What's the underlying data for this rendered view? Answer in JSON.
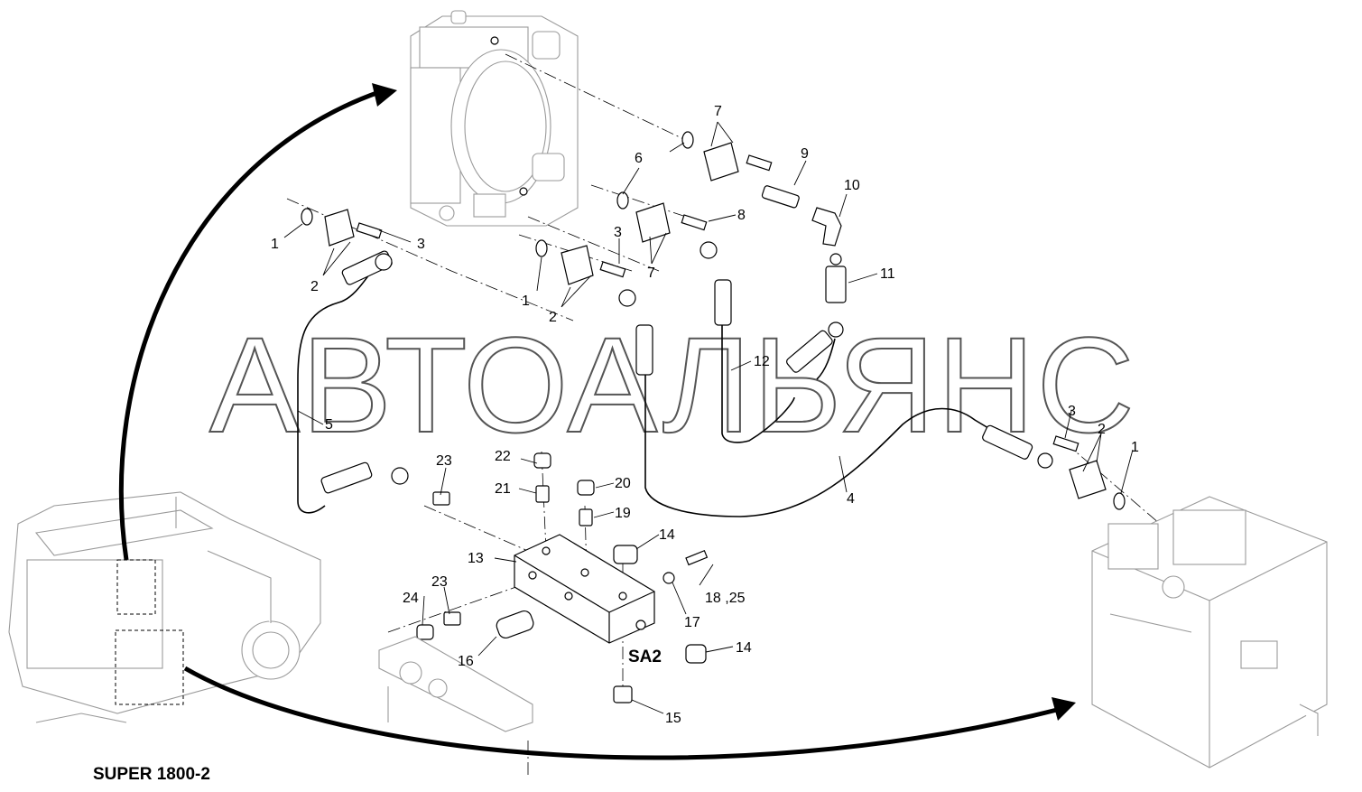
{
  "model_label": "SUPER 1800-2",
  "block_label": "SA2",
  "watermark": "АВТОАЛЬЯНС",
  "callouts": [
    {
      "id": "c1a",
      "text": "1"
    },
    {
      "id": "c2a",
      "text": "2"
    },
    {
      "id": "c3a",
      "text": "3"
    },
    {
      "id": "c1b",
      "text": "1"
    },
    {
      "id": "c2b",
      "text": "2"
    },
    {
      "id": "c3b",
      "text": "3"
    },
    {
      "id": "c6",
      "text": "6"
    },
    {
      "id": "c7a",
      "text": "7"
    },
    {
      "id": "c7b",
      "text": "7"
    },
    {
      "id": "c8",
      "text": "8"
    },
    {
      "id": "c9",
      "text": "9"
    },
    {
      "id": "c10",
      "text": "10"
    },
    {
      "id": "c11",
      "text": "11"
    },
    {
      "id": "c12",
      "text": "12"
    },
    {
      "id": "c5",
      "text": "5"
    },
    {
      "id": "c4",
      "text": "4"
    },
    {
      "id": "c3c",
      "text": "3"
    },
    {
      "id": "c2c",
      "text": "2"
    },
    {
      "id": "c1c",
      "text": "1"
    },
    {
      "id": "c23a",
      "text": "23"
    },
    {
      "id": "c22",
      "text": "22"
    },
    {
      "id": "c21",
      "text": "21"
    },
    {
      "id": "c20",
      "text": "20"
    },
    {
      "id": "c19",
      "text": "19"
    },
    {
      "id": "c14a",
      "text": "14"
    },
    {
      "id": "c13",
      "text": "13"
    },
    {
      "id": "c1825",
      "text": "18 ,25"
    },
    {
      "id": "c17",
      "text": "17"
    },
    {
      "id": "c24",
      "text": "24"
    },
    {
      "id": "c23b",
      "text": "23"
    },
    {
      "id": "c16",
      "text": "16"
    },
    {
      "id": "c14b",
      "text": "14"
    },
    {
      "id": "c15",
      "text": "15"
    }
  ]
}
